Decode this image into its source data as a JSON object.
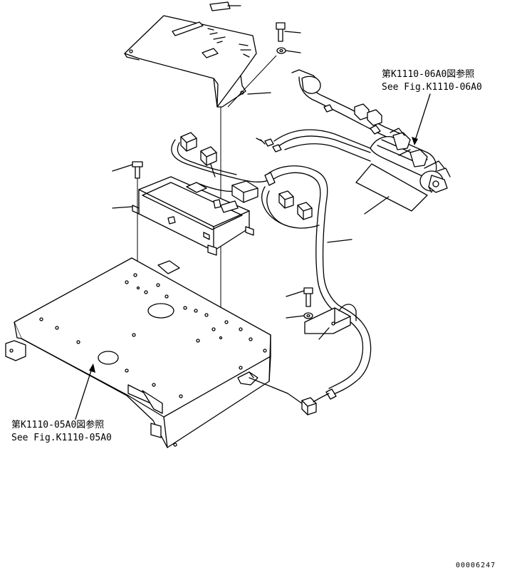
{
  "references": {
    "upper_right": {
      "line1": "第K1110-06A0図参照",
      "line2": "See Fig.K1110-06A0"
    },
    "lower_left": {
      "line1": "第K1110-05A0図参照",
      "line2": "See Fig.K1110-05A0"
    }
  },
  "document_number": "00006247",
  "colors": {
    "line": "#000000",
    "background": "#ffffff"
  }
}
